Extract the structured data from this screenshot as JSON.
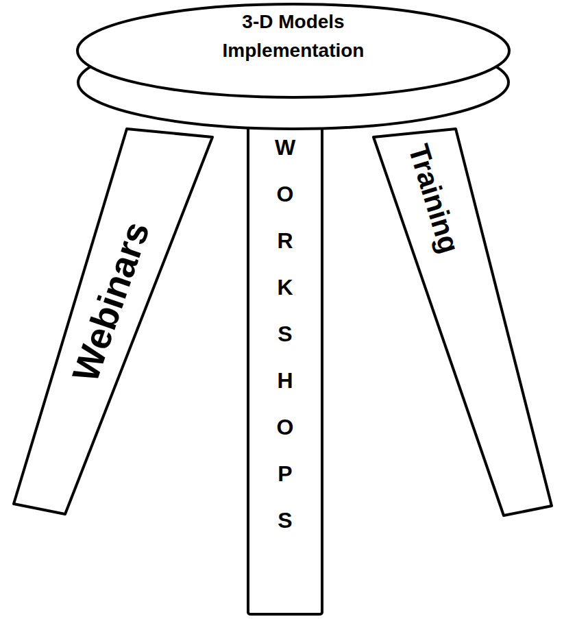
{
  "diagram": {
    "nodes": [
      {
        "text": [
          "3-D Models Implementation"
        ]
      },
      {
        "text": [
          "Webinars"
        ]
      },
      {
        "text": [
          "WORKSHOPS"
        ]
      },
      {
        "text": [
          "Training"
        ]
      }
    ]
  }
}
